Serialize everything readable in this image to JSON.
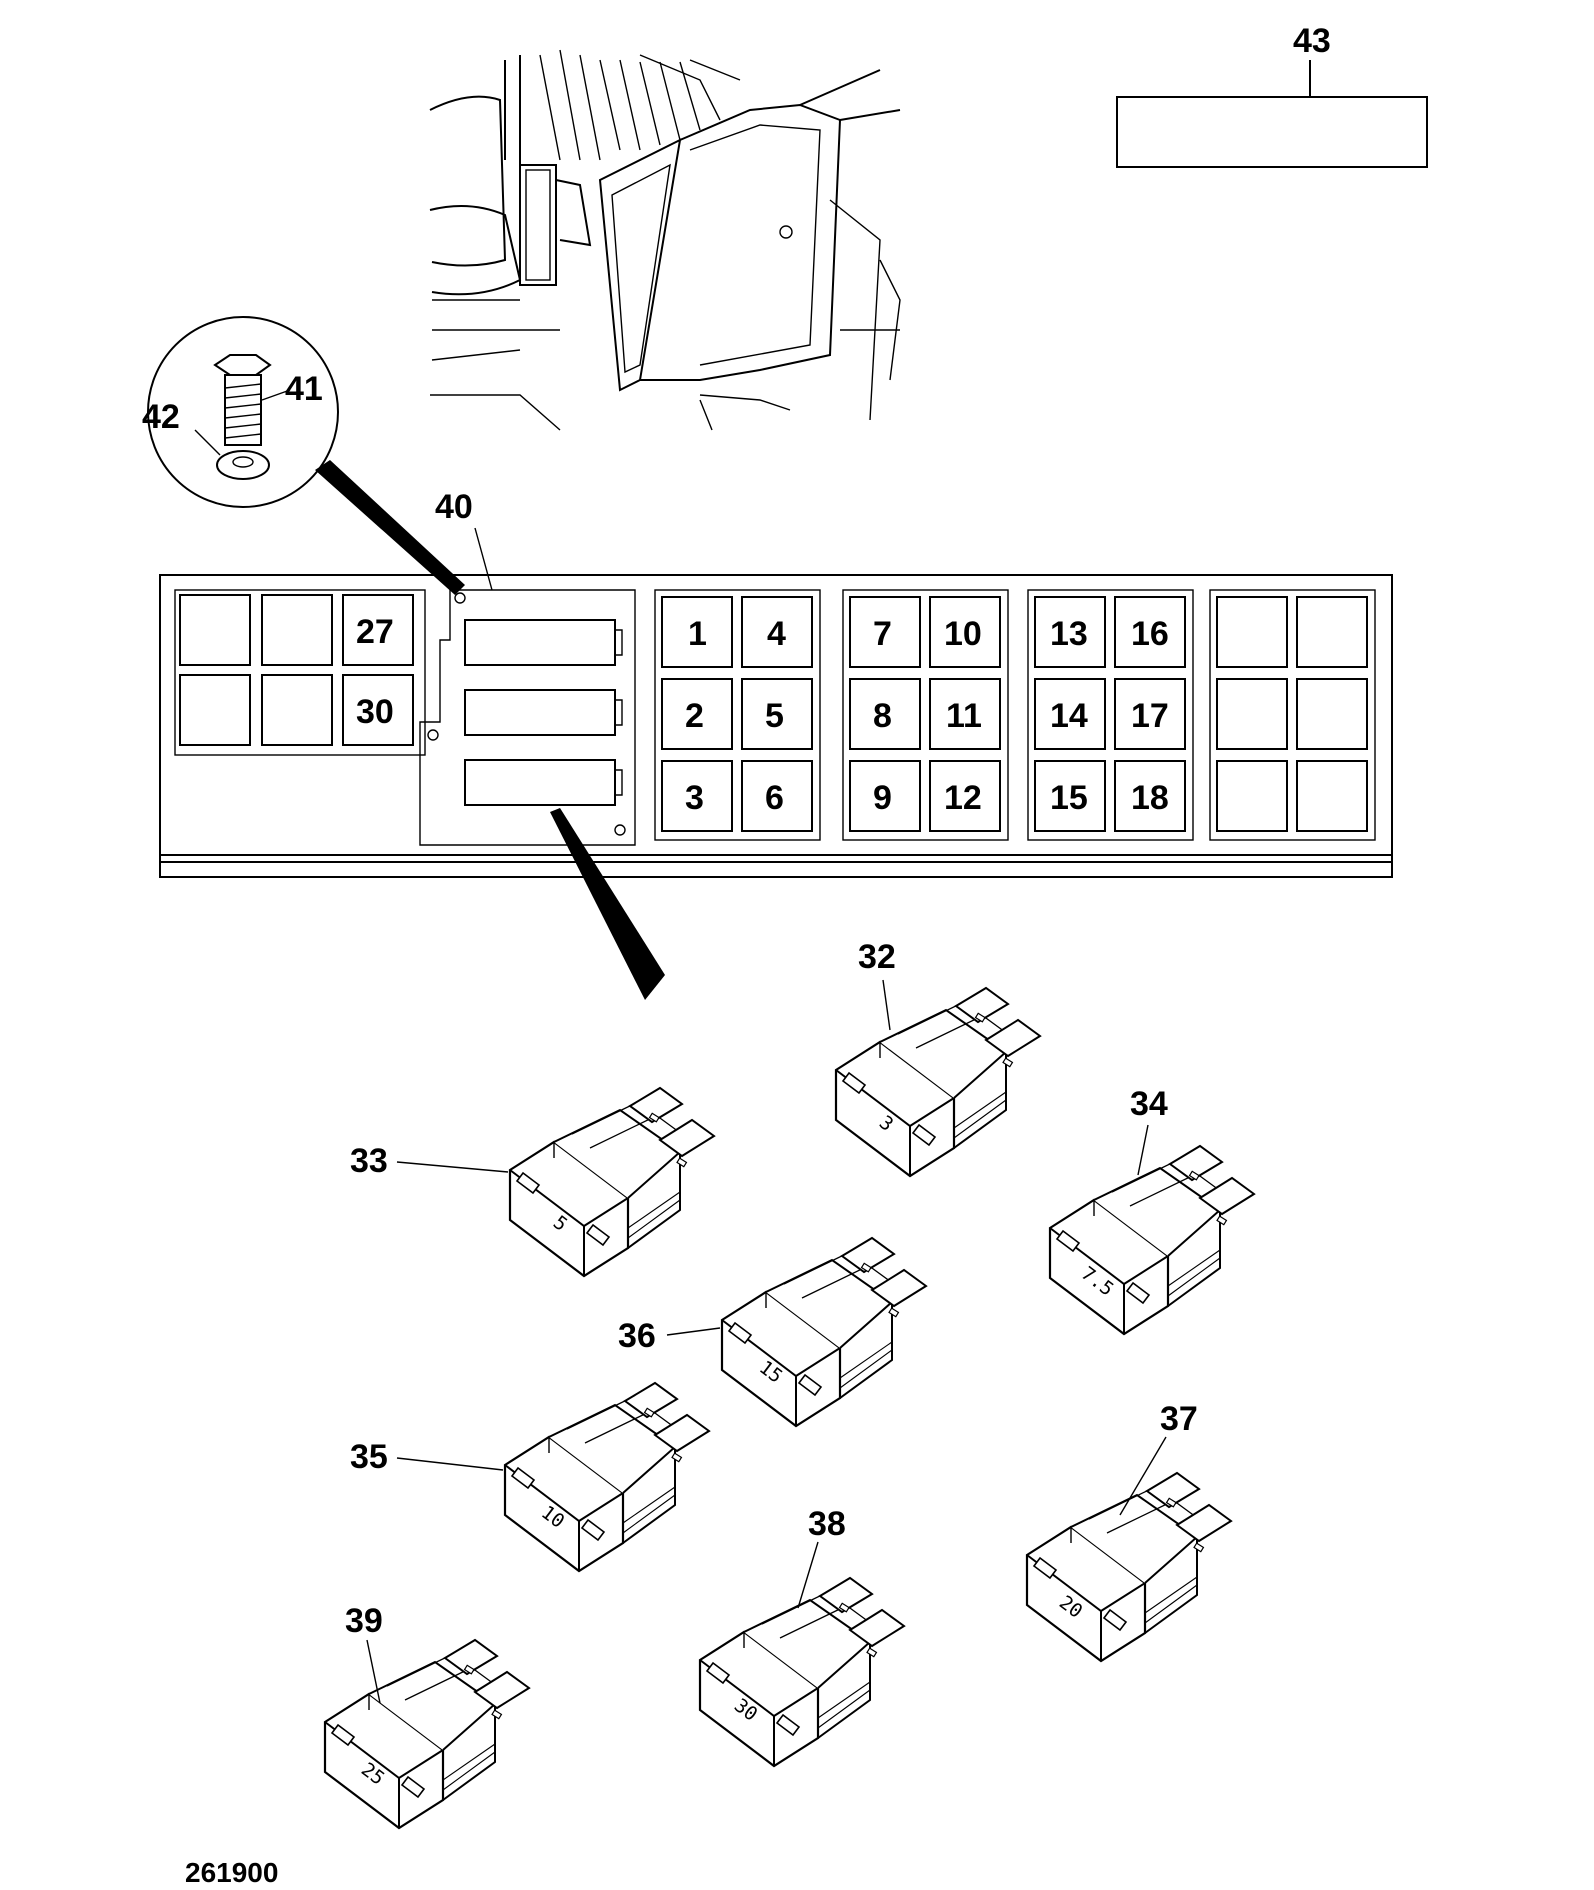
{
  "reference_number": "261900",
  "callouts": {
    "fuse_box": "40",
    "bolt": "41",
    "nut": "42",
    "label": "43"
  },
  "fuse_slots": [
    {
      "n": "27"
    },
    {
      "n": "30"
    },
    {
      "n": "1"
    },
    {
      "n": "2"
    },
    {
      "n": "3"
    },
    {
      "n": "4"
    },
    {
      "n": "5"
    },
    {
      "n": "6"
    },
    {
      "n": "7"
    },
    {
      "n": "8"
    },
    {
      "n": "9"
    },
    {
      "n": "10"
    },
    {
      "n": "11"
    },
    {
      "n": "12"
    },
    {
      "n": "13"
    },
    {
      "n": "14"
    },
    {
      "n": "15"
    },
    {
      "n": "16"
    },
    {
      "n": "17"
    },
    {
      "n": "18"
    }
  ],
  "fuses": [
    {
      "callout": "32",
      "rating": "3"
    },
    {
      "callout": "33",
      "rating": "5"
    },
    {
      "callout": "34",
      "rating": "7.5"
    },
    {
      "callout": "35",
      "rating": "10"
    },
    {
      "callout": "36",
      "rating": "15"
    },
    {
      "callout": "37",
      "rating": "20"
    },
    {
      "callout": "38",
      "rating": "30"
    },
    {
      "callout": "39",
      "rating": "25"
    }
  ]
}
